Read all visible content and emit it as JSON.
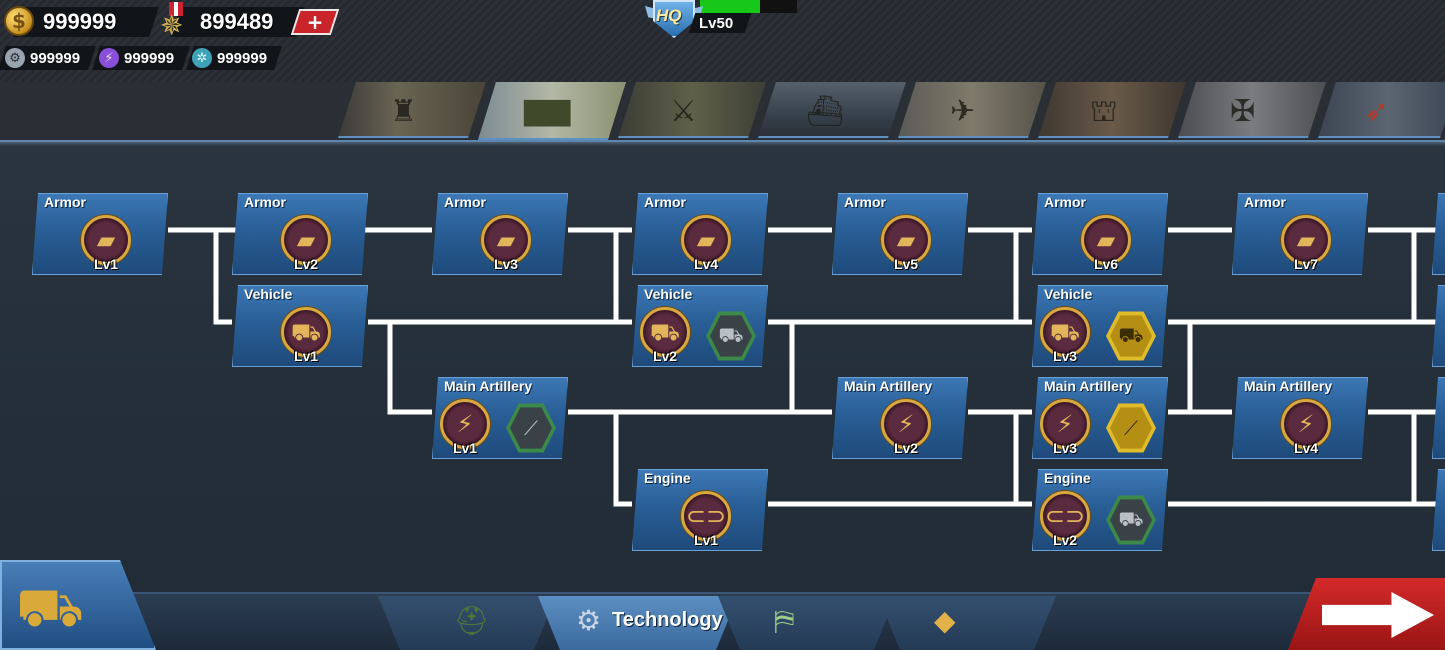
{
  "resources": {
    "gold": "999999",
    "medals": "899489",
    "gears": "999999",
    "energy": "999999",
    "parts": "999999"
  },
  "hq": {
    "label": "HQ",
    "level": "Lv50",
    "progress": 0.62
  },
  "category_tabs": [
    {
      "icon": "infantry-icon"
    },
    {
      "icon": "tank-icon"
    },
    {
      "icon": "artillery-icon"
    },
    {
      "icon": "navy-icon"
    },
    {
      "icon": "aircraft-icon"
    },
    {
      "icon": "bunker-icon"
    },
    {
      "icon": "anti-air-icon"
    },
    {
      "icon": "missile-icon"
    }
  ],
  "nodes": {
    "armor1": {
      "title": "Armor",
      "level": "Lv1"
    },
    "armor2": {
      "title": "Armor",
      "level": "Lv2"
    },
    "armor3": {
      "title": "Armor",
      "level": "Lv3"
    },
    "armor4": {
      "title": "Armor",
      "level": "Lv4"
    },
    "armor5": {
      "title": "Armor",
      "level": "Lv5"
    },
    "armor6": {
      "title": "Armor",
      "level": "Lv6"
    },
    "armor7": {
      "title": "Armor",
      "level": "Lv7"
    },
    "vehicle1": {
      "title": "Vehicle",
      "level": "Lv1"
    },
    "vehicle2": {
      "title": "Vehicle",
      "level": "Lv2"
    },
    "vehicle3": {
      "title": "Vehicle",
      "level": "Lv3"
    },
    "artillery1": {
      "title": "Main Artillery",
      "level": "Lv1"
    },
    "artillery2": {
      "title": "Main Artillery",
      "level": "Lv2"
    },
    "artillery3": {
      "title": "Main Artillery",
      "level": "Lv3"
    },
    "artillery4": {
      "title": "Main Artillery",
      "level": "Lv4"
    },
    "engine1": {
      "title": "Engine",
      "level": "Lv1"
    },
    "engine2": {
      "title": "Engine",
      "level": "Lv2"
    }
  },
  "bottom_nav": {
    "technology_label": "Technology"
  },
  "colors": {
    "node_blue": "#295e96",
    "gold_ring": "#d8a840",
    "connector": "#ffffff",
    "hq_bar": "#18c818",
    "next_button": "#c8242a"
  }
}
